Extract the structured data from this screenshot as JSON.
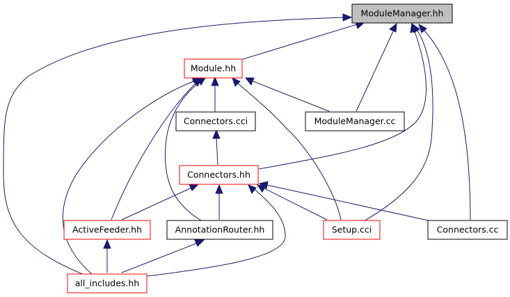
{
  "colors": {
    "edge": "#191970",
    "focus_fill": "#bfbfbf",
    "focus_border": "#000000",
    "truncated_border": "#ff0000",
    "complete_border": "#000000",
    "node_fill": "#ffffff"
  },
  "nodes": [
    {
      "id": "modulemanager_hh",
      "label": "ModuleManager.hh",
      "style": "focus"
    },
    {
      "id": "module_hh",
      "label": "Module.hh",
      "style": "truncated"
    },
    {
      "id": "connectors_cci",
      "label": "Connectors.cci",
      "style": "complete"
    },
    {
      "id": "modulemanager_cc",
      "label": "ModuleManager.cc",
      "style": "complete"
    },
    {
      "id": "connectors_hh",
      "label": "Connectors.hh",
      "style": "truncated"
    },
    {
      "id": "activefeeder_hh",
      "label": "ActiveFeeder.hh",
      "style": "truncated"
    },
    {
      "id": "annotationrouter_hh",
      "label": "AnnotationRouter.hh",
      "style": "complete"
    },
    {
      "id": "setup_cci",
      "label": "Setup.cci",
      "style": "truncated"
    },
    {
      "id": "connectors_cc",
      "label": "Connectors.cc",
      "style": "complete"
    },
    {
      "id": "all_includes_hh",
      "label": "all_includes.hh",
      "style": "truncated"
    }
  ]
}
